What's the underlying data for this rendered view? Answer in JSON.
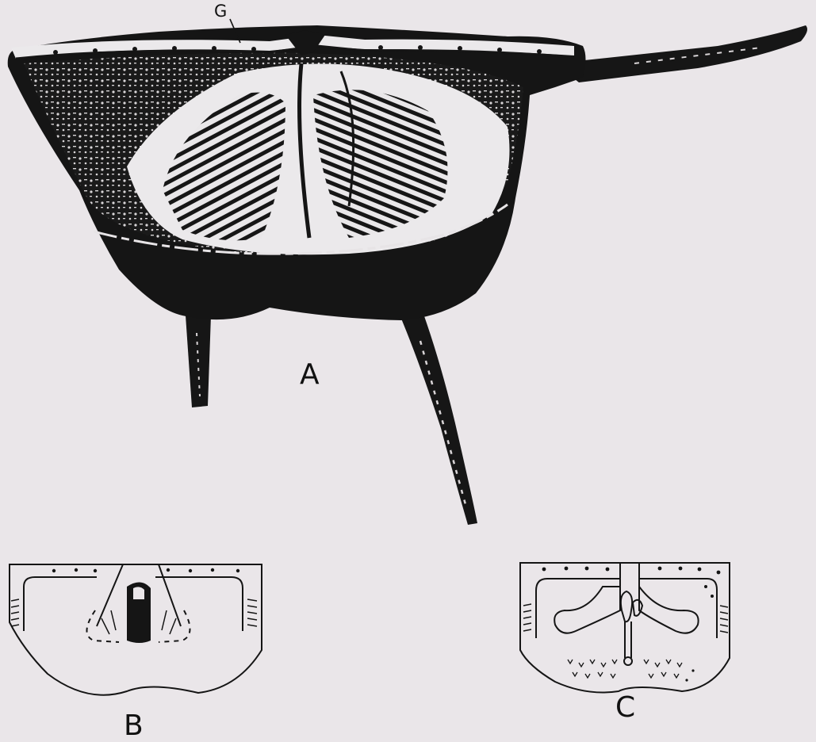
{
  "labels": {
    "a": "A",
    "b": "B",
    "c": "C",
    "g": "G"
  },
  "colors": {
    "background": "#eae6e9",
    "ink": "#141414",
    "paper": "#f3f1f3"
  }
}
